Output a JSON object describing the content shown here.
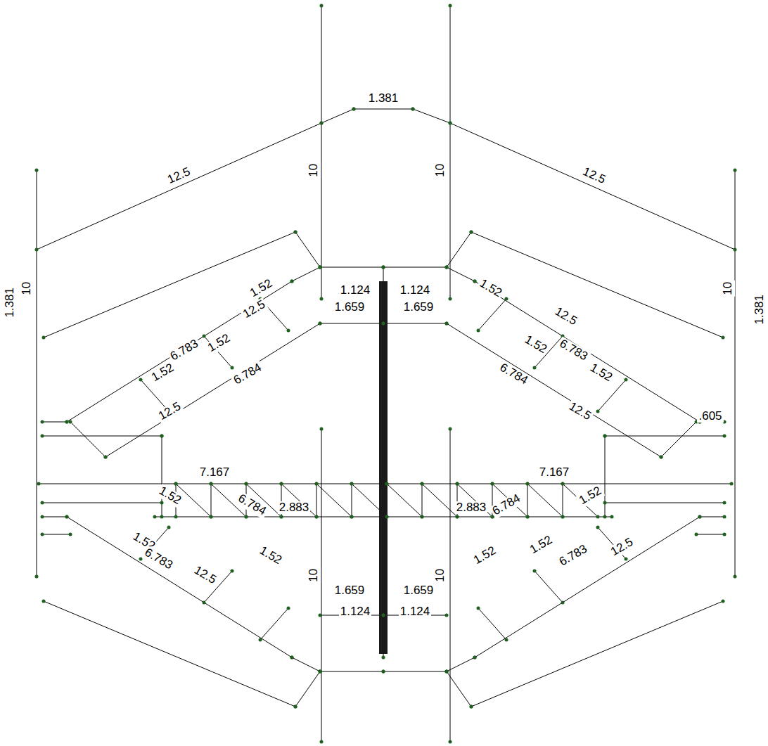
{
  "diagram": {
    "labels": [
      "1.381",
      "10",
      "10",
      "12.5",
      "12.5",
      "10",
      "10",
      "12.5",
      "12.5",
      "6.783",
      "1.52",
      "1.52",
      "6.784",
      "1.52",
      "12.5",
      "1.52",
      "6.783",
      "1.52",
      "6.784",
      "1.52",
      "12.5",
      "1.659",
      "1.659",
      "1.124",
      "1.124",
      "7.167",
      "7.167",
      "2.883",
      "2.883",
      "1.52",
      "6.784",
      "1.52",
      "6.783",
      "12.5",
      "1.52",
      "6.784",
      "1.52",
      "1.52",
      "6.783",
      "12.5",
      "1.52",
      "10",
      "10",
      "1.659",
      "1.659",
      "1.124",
      "1.124",
      ".605",
      "1.381",
      "1.381"
    ]
  }
}
